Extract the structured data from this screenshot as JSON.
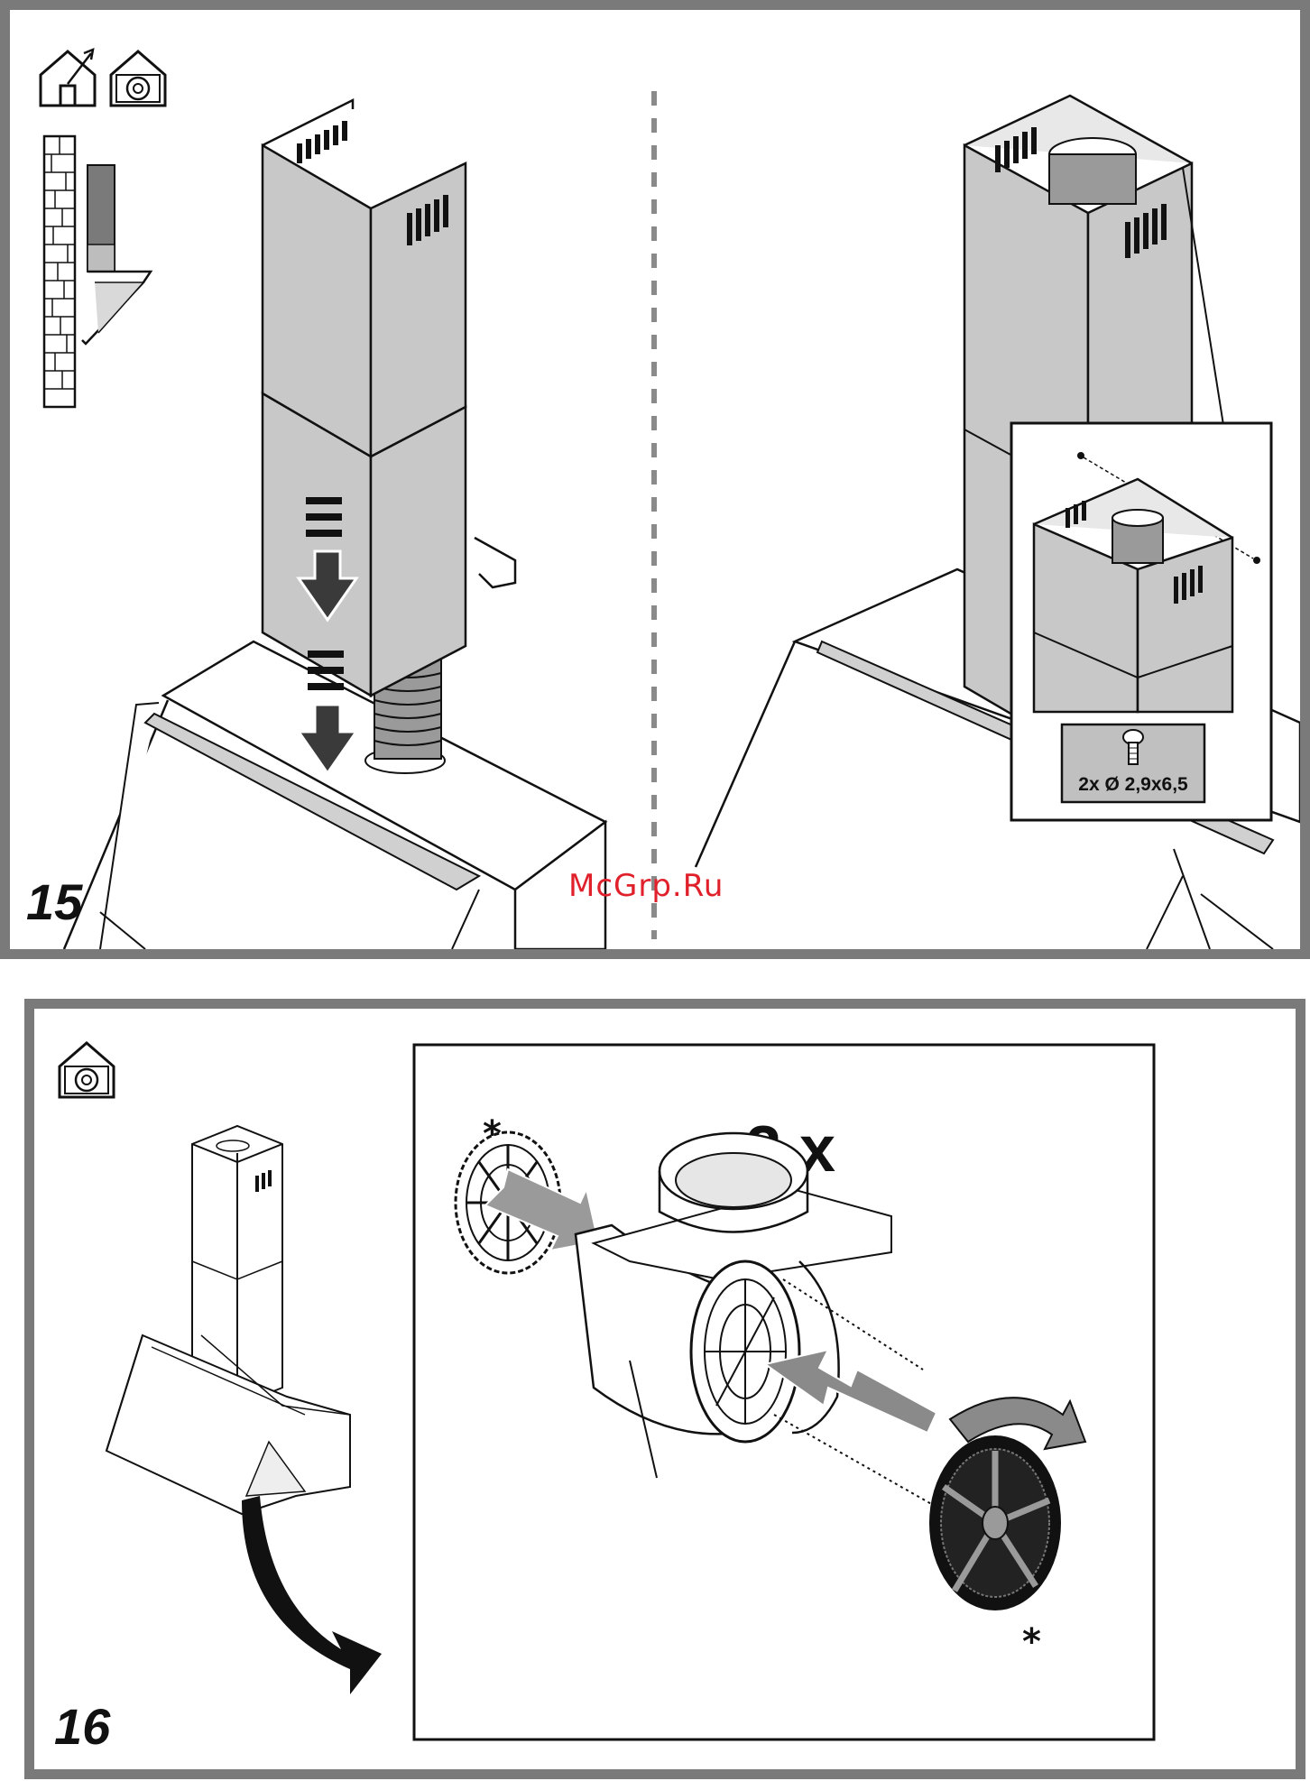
{
  "step15": {
    "number": "15"
  },
  "step16": {
    "number": "16"
  },
  "screw_spec": "2x Ø 2,9x6,5",
  "fan_count": "2 x",
  "asterisk": "*",
  "watermark": "McGrp.Ru",
  "colors": {
    "frame": "#7a7a7a",
    "chimney_fill": "#c8c8c8",
    "hose_fill": "#9a9a9a",
    "arrow_fill": "#3a3a3a",
    "watermark": "#e0202a"
  },
  "icons": [
    "house-ducted-icon",
    "house-recirculation-icon",
    "wall-mounted-hood-icon",
    "screw-icon",
    "curved-arrow-icon"
  ]
}
